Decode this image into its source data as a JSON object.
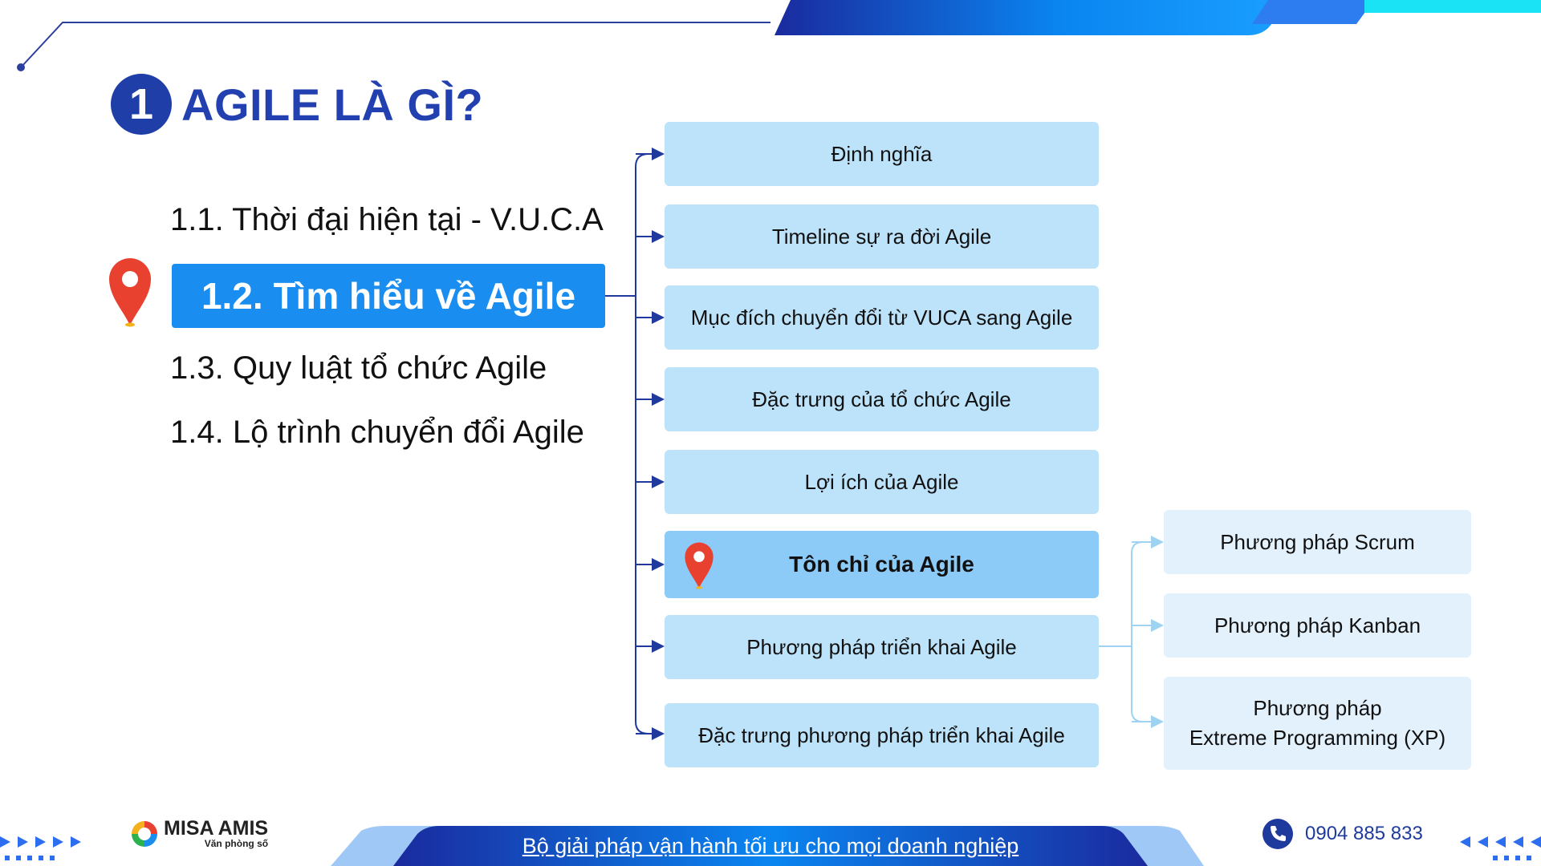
{
  "section": {
    "number": "1",
    "title": "AGILE LÀ GÌ?"
  },
  "menu": {
    "item1": "1.1. Thời đại hiện tại - V.U.C.A",
    "item2": "1.2. Tìm hiểu về Agile",
    "item3": "1.3. Quy luật tổ chức Agile",
    "item4": "1.4. Lộ trình chuyển đổi Agile"
  },
  "topics": [
    "Định nghĩa",
    "Timeline sự ra đời Agile",
    "Mục đích chuyển đổi từ VUCA sang Agile",
    "Đặc trưng của tổ chức Agile",
    "Lợi ích của Agile",
    "Tôn chỉ của Agile",
    "Phương pháp triển khai Agile",
    "Đặc trưng phương pháp triển khai Agile"
  ],
  "subtopics": {
    "scrum": "Phương pháp Scrum",
    "kanban": "Phương pháp Kanban",
    "xp_line1": "Phương pháp",
    "xp_line2": "Extreme Programming (XP)"
  },
  "footer": {
    "brand": "MISA AMIS",
    "brand_sub": "Văn phòng số",
    "link": "Bộ giải pháp vận hành tối ưu cho mọi doanh nghiệp",
    "phone": "0904 885 833"
  },
  "colors": {
    "heading": "#2340b0",
    "active_menu": "#1a8ef0",
    "topic_box": "#bde3fb",
    "topic_active": "#8ccaf7",
    "subtopic_box": "#e3f1fd"
  },
  "icons": [
    "location-pin-icon",
    "phone-icon",
    "misa-logo-icon"
  ]
}
